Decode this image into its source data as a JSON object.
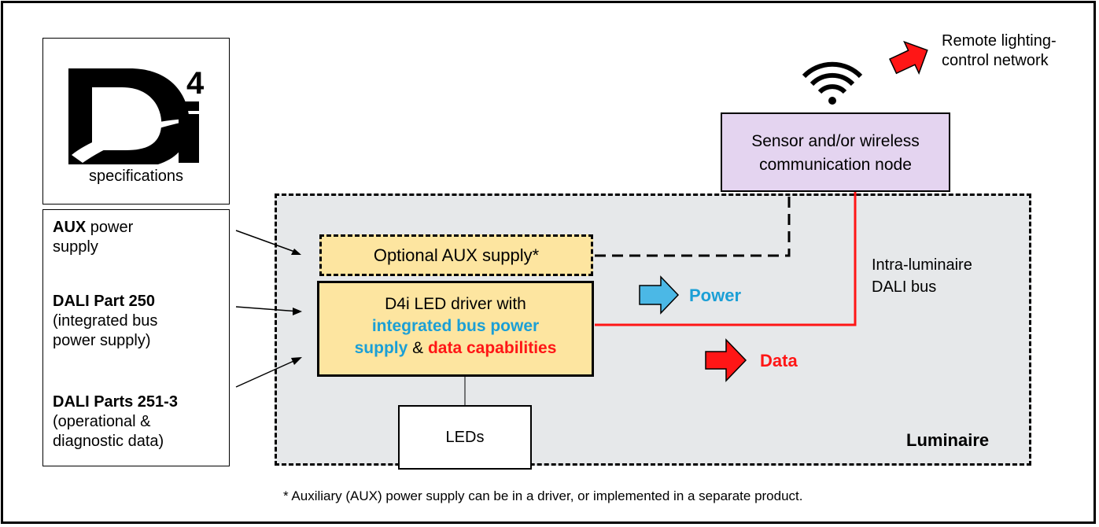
{
  "logo": {
    "glyph": "D",
    "superscript": "4",
    "letter": "i",
    "caption": "specifications"
  },
  "left_labels": [
    {
      "bold": "AUX",
      "rest": " power",
      "line2": "supply",
      "line3": ""
    },
    {
      "bold": "DALI Part 250",
      "rest": "",
      "line2": "(integrated bus",
      "line3": "power supply)"
    },
    {
      "bold": "DALI Parts 251-3",
      "rest": "",
      "line2": "(operational &",
      "line3": "diagnostic data)"
    }
  ],
  "sensor": {
    "line1": "Sensor and/or wireless",
    "line2": "communication node"
  },
  "aux_box": {
    "label": "Optional AUX supply*"
  },
  "driver": {
    "line1": "D4i LED driver with",
    "blue1": "integrated bus power",
    "blue2": "supply",
    "amp": " & ",
    "red": "data capabilities"
  },
  "leds": {
    "label": "LEDs"
  },
  "legend": {
    "power": "Power",
    "data": "Data"
  },
  "bus": {
    "line1": "Intra-luminaire",
    "line2": "DALI bus"
  },
  "luminaire": {
    "label": "Luminaire"
  },
  "remote": {
    "line1": "Remote lighting-",
    "line2": "control network"
  },
  "footnote": "* Auxiliary (AUX) power supply can be in a driver, or implemented in a separate product.",
  "icons": [
    "wifi-icon",
    "power-arrow-icon",
    "data-arrow-icon",
    "remote-arrow-icon"
  ],
  "colors": {
    "power": "#1b9fd6",
    "data": "#ff1616",
    "sensor_fill": "#e4d4f0",
    "driver_fill": "#fde5a0",
    "luminaire_fill": "#e6e8ea"
  }
}
